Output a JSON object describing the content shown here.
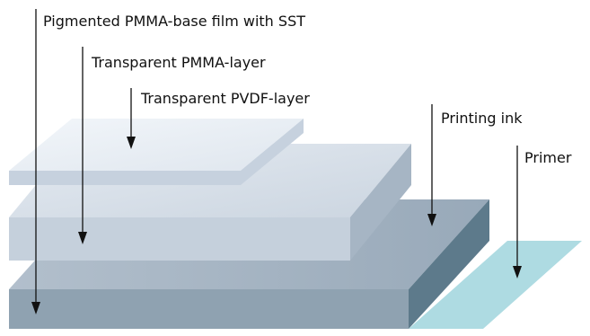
{
  "labels": {
    "base_film": "Pigmented PMMA-base film with SST",
    "pmma_layer": "Transparent PMMA-layer",
    "pvdf_layer": "Transparent PVDF-layer",
    "printing_ink": "Printing ink",
    "primer": "Primer"
  },
  "colors": {
    "primer": "#aedbe2",
    "base_top": "#a4b3c2",
    "base_front": "#8fa2b1",
    "base_side": "#5d7a8b",
    "pmma_top": "#d3dbe5",
    "pmma_front": "#c5d0dc",
    "pmma_side": "#a6b5c4",
    "pvdf_top": "#e6ecf3",
    "pvdf_edge": "#c6d1de"
  }
}
